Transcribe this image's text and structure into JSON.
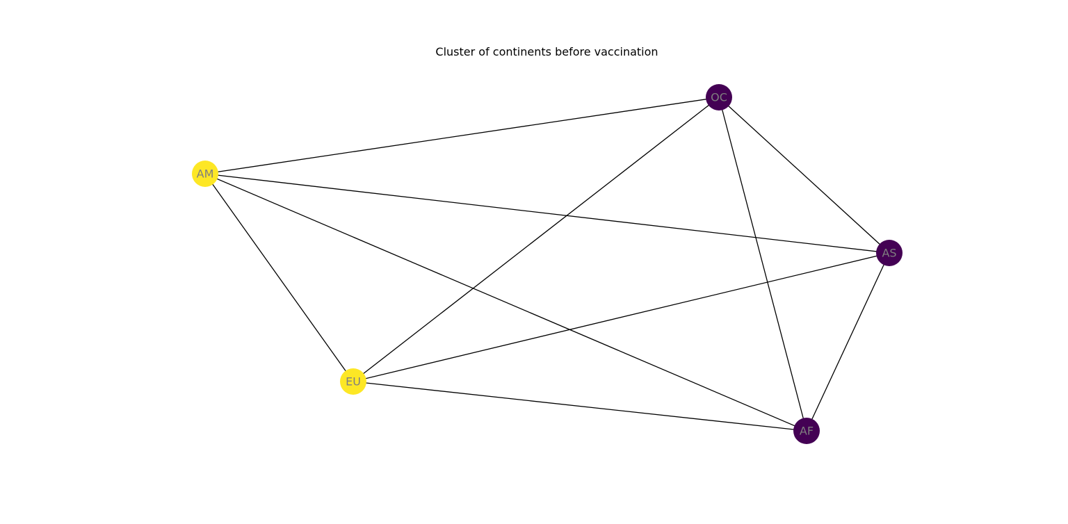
{
  "title": "Cluster of continents before vaccination",
  "colors": {
    "cluster_0": "#440154",
    "cluster_1": "#fde725",
    "edge": "#000000",
    "label": "#7f7f7f"
  },
  "nodes": [
    {
      "id": "OC",
      "label": "OC",
      "cluster": 0
    },
    {
      "id": "AM",
      "label": "AM",
      "cluster": 1
    },
    {
      "id": "AS",
      "label": "AS",
      "cluster": 0
    },
    {
      "id": "EU",
      "label": "EU",
      "cluster": 1
    },
    {
      "id": "AF",
      "label": "AF",
      "cluster": 0
    }
  ],
  "edges": [
    [
      "AM",
      "OC"
    ],
    [
      "AM",
      "AS"
    ],
    [
      "AM",
      "EU"
    ],
    [
      "AM",
      "AF"
    ],
    [
      "OC",
      "EU"
    ],
    [
      "OC",
      "AS"
    ],
    [
      "OC",
      "AF"
    ],
    [
      "AS",
      "EU"
    ],
    [
      "AS",
      "AF"
    ],
    [
      "EU",
      "AF"
    ]
  ]
}
